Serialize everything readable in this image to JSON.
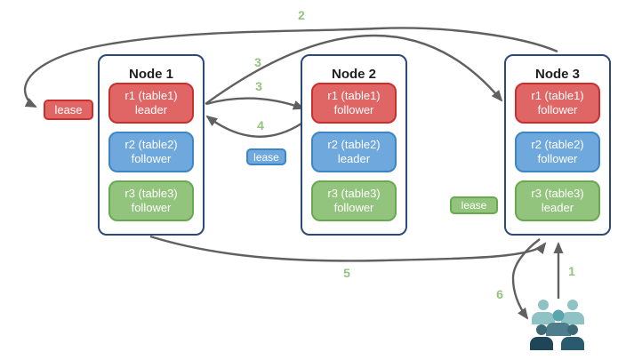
{
  "nodes": [
    {
      "title": "Node 1",
      "replicas": [
        {
          "label": "r1 (table1)",
          "role": "leader",
          "color": "red"
        },
        {
          "label": "r2 (table2)",
          "role": "follower",
          "color": "blue"
        },
        {
          "label": "r3 (table3)",
          "role": "follower",
          "color": "green"
        }
      ]
    },
    {
      "title": "Node 2",
      "replicas": [
        {
          "label": "r1 (table1)",
          "role": "follower",
          "color": "red"
        },
        {
          "label": "r2 (table2)",
          "role": "leader",
          "color": "blue"
        },
        {
          "label": "r3 (table3)",
          "role": "follower",
          "color": "green"
        }
      ]
    },
    {
      "title": "Node 3",
      "replicas": [
        {
          "label": "r1 (table1)",
          "role": "follower",
          "color": "red"
        },
        {
          "label": "r2 (table2)",
          "role": "follower",
          "color": "blue"
        },
        {
          "label": "r3 (table3)",
          "role": "leader",
          "color": "green"
        }
      ]
    }
  ],
  "leases": [
    {
      "label": "lease",
      "color": "red"
    },
    {
      "label": "lease",
      "color": "blue"
    },
    {
      "label": "lease",
      "color": "green"
    }
  ],
  "steps": [
    {
      "text": "1"
    },
    {
      "text": "2"
    },
    {
      "text": "3"
    },
    {
      "text": "3"
    },
    {
      "text": "4"
    },
    {
      "text": "5"
    },
    {
      "text": "6"
    }
  ],
  "icons": {
    "users_icon": "group of five people (clients)"
  },
  "colors": {
    "red_fill": "#e06666",
    "red_border": "#cc2d2d",
    "blue_fill": "#6fa8dc",
    "blue_border": "#3d85c6",
    "green_fill": "#93c47d",
    "green_border": "#6aa84f",
    "node_border": "#2b4a7a",
    "arrow": "#606060",
    "step_label": "#93c47d",
    "users_light": "#8fc2c5",
    "users_mid": "#58a7ae",
    "users_dark": "#1e4657"
  }
}
